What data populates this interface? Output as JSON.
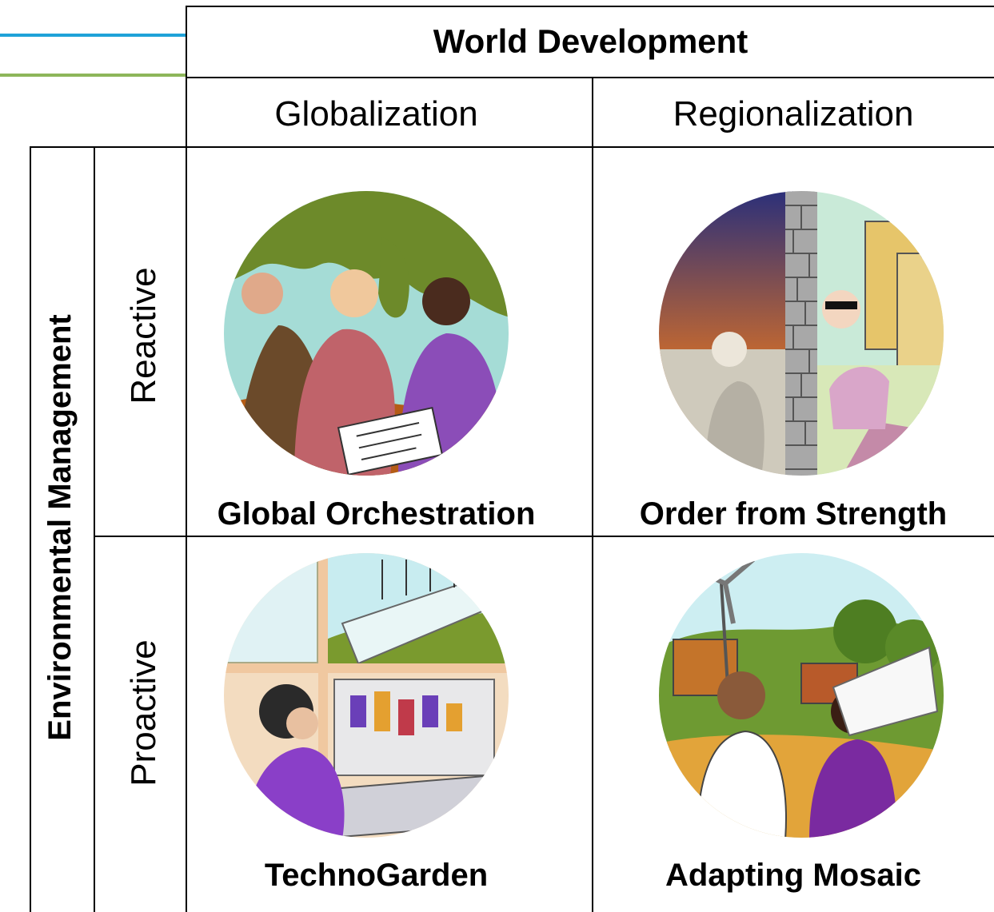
{
  "header": {
    "title": "World Development",
    "columns": [
      "Globalization",
      "Regionalization"
    ]
  },
  "rows": {
    "axis_label": "Environmental Management",
    "labels": [
      "Reactive",
      "Proactive"
    ]
  },
  "scenarios": [
    {
      "title": "Global Orchestration",
      "icon": "people-around-world-map-icon"
    },
    {
      "title": "Order from Strength",
      "icon": "divided-wall-rich-poor-icon"
    },
    {
      "title": "TechnoGarden",
      "icon": "control-panel-greenhouse-icon"
    },
    {
      "title": "Adapting Mosaic",
      "icon": "village-windmill-people-icon"
    }
  ],
  "colors": {
    "accent_blue": "#1fa2d8",
    "accent_green": "#8db65a",
    "lines": "#000000"
  }
}
